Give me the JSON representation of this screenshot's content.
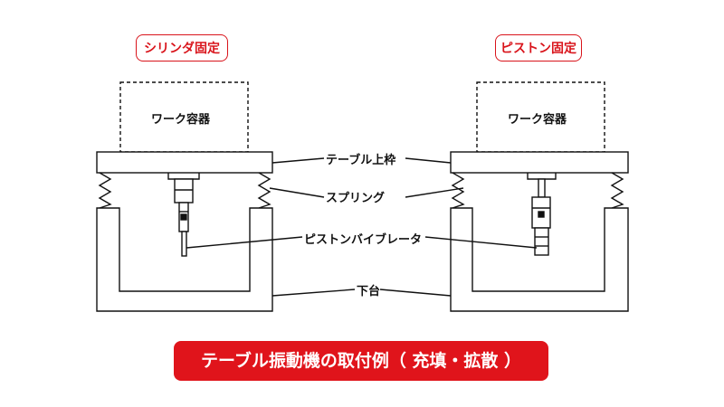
{
  "tags": {
    "left": "シリンダ固定",
    "right": "ピストン固定"
  },
  "labels": {
    "work_left": "ワーク容器",
    "work_right": "ワーク容器",
    "table_frame": "テーブル上枠",
    "spring": "スプリング",
    "vibrator": "ピストンバイブレータ",
    "base": "下台"
  },
  "footer": {
    "title": "テーブル振動機の取付例（ 充填・拡散 ）"
  },
  "colors": {
    "accent": "#e0141b",
    "line": "#111111"
  }
}
